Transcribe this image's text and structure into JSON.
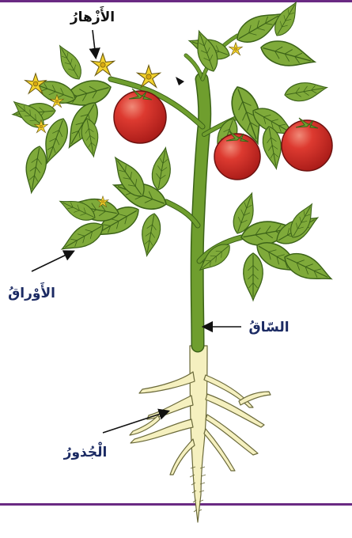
{
  "labels": {
    "flowers": "الأَزْهارُ",
    "leaves": "الأَوْراقُ",
    "stem": "السّاقُ",
    "roots": "الْجُذورُ"
  },
  "colors": {
    "frame": "#6a2a83",
    "leaf": "#7faa3a",
    "leaf_dark": "#4f7d22",
    "stem": "#6f9e2e",
    "root": "#f5f0bf",
    "tomato": "#d42f2a",
    "flower": "#f3d22d",
    "label_navy": "#1b2a63"
  }
}
